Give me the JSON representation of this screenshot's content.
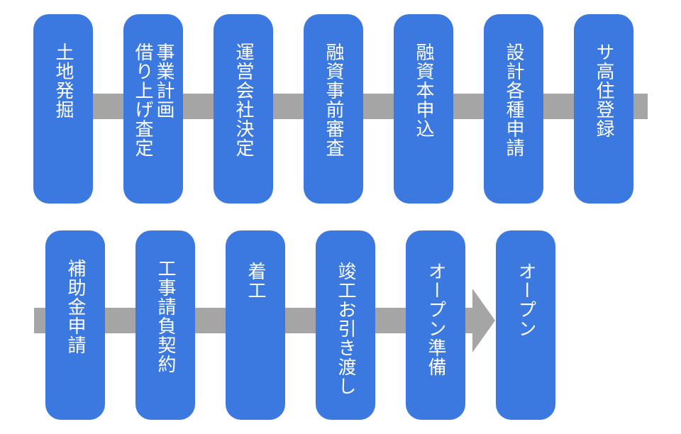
{
  "rows": [
    {
      "steps": [
        {
          "label": "土地発掘"
        },
        {
          "label": "事業計画\n借り上げ査定"
        },
        {
          "label": "運営会社決定"
        },
        {
          "label": "融資事前審査"
        },
        {
          "label": "融資本申込"
        },
        {
          "label": "設計各種申請"
        },
        {
          "label": "サ高住登録"
        }
      ]
    },
    {
      "steps": [
        {
          "label": "補助金申請"
        },
        {
          "label": "工事請負契約"
        },
        {
          "label": "着工"
        },
        {
          "label": "竣工お引き渡し"
        },
        {
          "label": "オープン準備"
        },
        {
          "label": "オープン"
        }
      ]
    }
  ],
  "colors": {
    "step_fill": "#3b78e0",
    "arrow": "#a5a5a5",
    "text": "#ffffff"
  }
}
